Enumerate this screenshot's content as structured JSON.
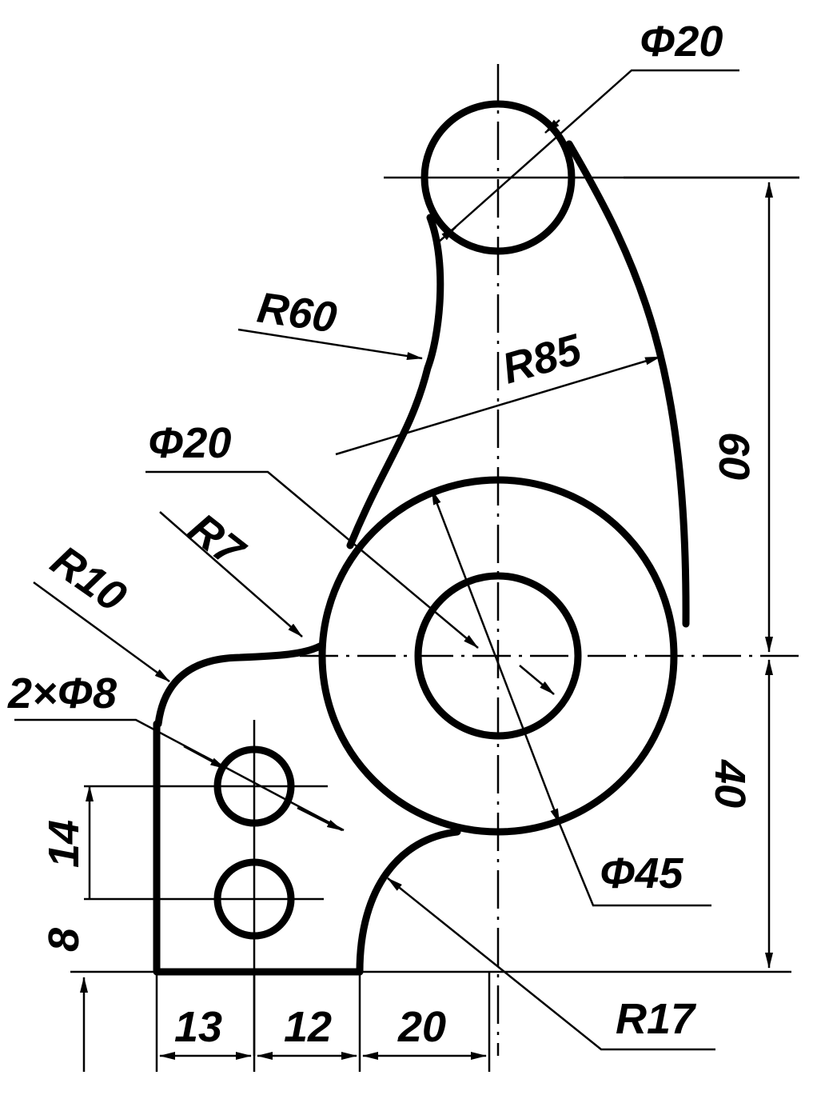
{
  "labels": {
    "d20_top": "Φ20",
    "r60": "R60",
    "r85": "R85",
    "d20_mid": "Φ20",
    "r7": "R7",
    "r10": "R10",
    "holes": "2×Φ8",
    "dim_60": "60",
    "dim_40": "40",
    "dim_14": "14",
    "dim_8": "8",
    "d45": "Φ45",
    "r17": "R17",
    "dim_13": "13",
    "dim_12": "12",
    "dim_20": "20"
  }
}
